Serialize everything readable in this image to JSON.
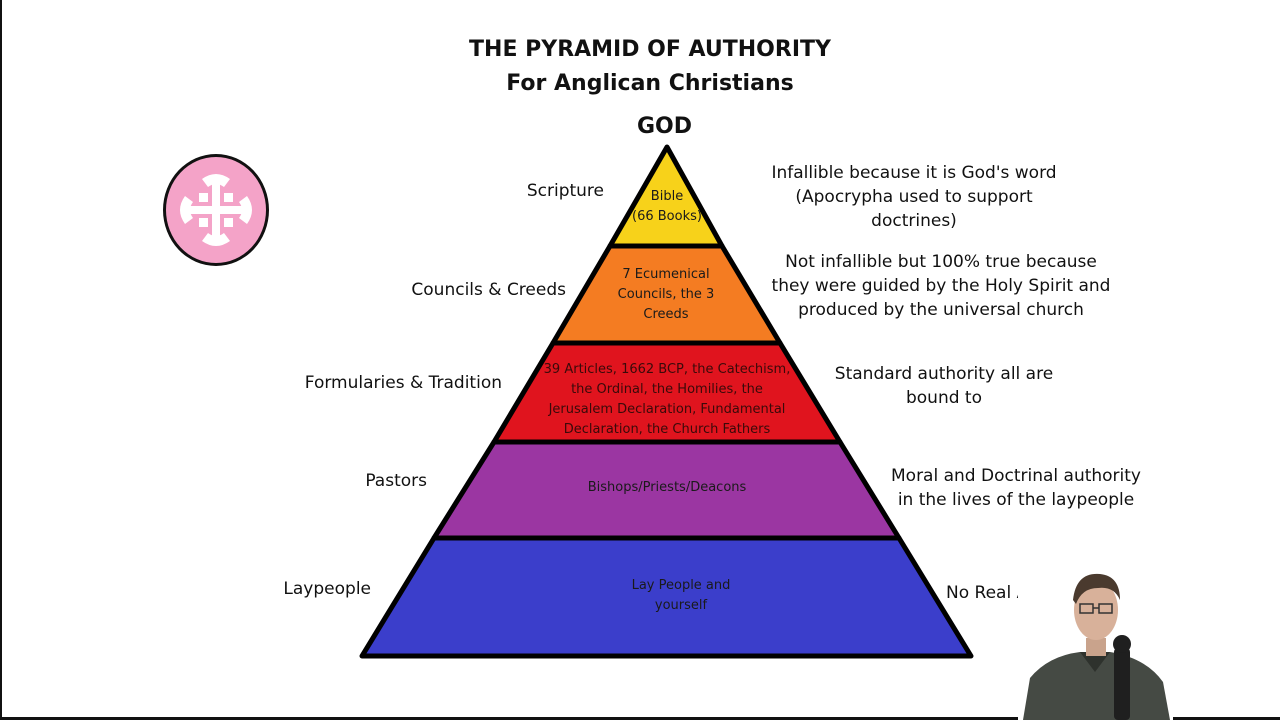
{
  "title": "THE PYRAMID OF AUTHORITY",
  "subtitle": "For Anglican Christians",
  "apex_label": "GOD",
  "tiers": [
    {
      "left_label": "Scripture",
      "inner_text": "Bible\n(66 Books)",
      "right_text": "Infallible because it is God's word\n(Apocrypha used to support\ndoctrines)",
      "color": "#f7d21a"
    },
    {
      "left_label": "Councils & Creeds",
      "inner_text": "7 Ecumenical\nCouncils, the 3\nCreeds",
      "right_text": "Not infallible but 100% true because\nthey were guided by the Holy Spirit and\nproduced by the universal church",
      "color": "#f47c22"
    },
    {
      "left_label": "Formularies & Tradition",
      "inner_text": "39 Articles, 1662 BCP, the Catechism,\nthe Ordinal, the Homilies, the\nJerusalem Declaration, Fundamental\nDeclaration, the Church Fathers",
      "right_text": "Standard authority all are\nbound to",
      "color": "#e0141e"
    },
    {
      "left_label": "Pastors",
      "inner_text": "Bishops/Priests/Deacons",
      "right_text": "Moral and Doctrinal authority\nin the lives of the laypeople",
      "color": "#9b36a2"
    },
    {
      "left_label": "Laypeople",
      "inner_text": "Lay People and\nyourself",
      "right_text": "No Real Authori",
      "color": "#3b3ecb"
    }
  ],
  "colors": {
    "outline": "#000000",
    "logo_fill": "#f4a3c8",
    "logo_cross": "#ffffff"
  },
  "icons": {
    "logo": "anglican-cross-icon"
  }
}
